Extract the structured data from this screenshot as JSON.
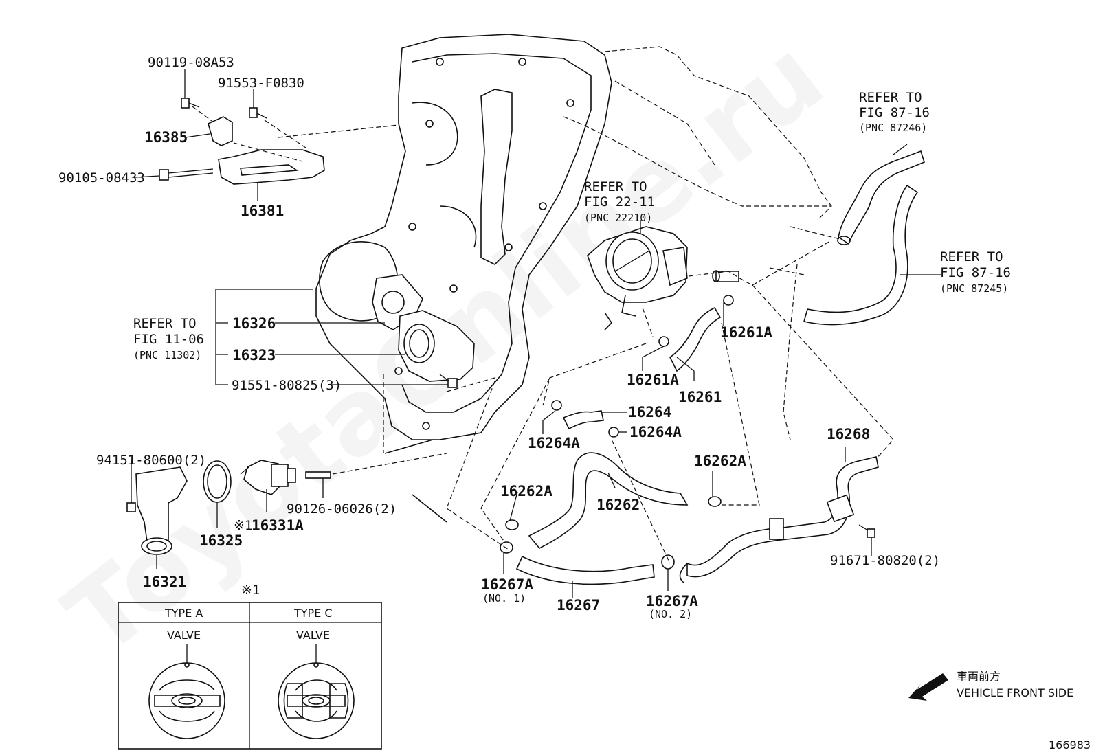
{
  "watermark": "ToyotaOnline.ru",
  "diagram_id": "166983",
  "direction": {
    "jp": "車両前方",
    "en": "VEHICLE FRONT SIDE"
  },
  "refer_notes": {
    "fig_87_16_a": {
      "line1": "REFER TO",
      "line2": "FIG 87-16",
      "line3": "(PNC 87246)"
    },
    "fig_87_16_b": {
      "line1": "REFER TO",
      "line2": "FIG 87-16",
      "line3": "(PNC 87245)"
    },
    "fig_22_11": {
      "line1": "REFER TO",
      "line2": "FIG 22-11",
      "line3": "(PNC 22210)"
    },
    "fig_11_06": {
      "line1": "REFER TO",
      "line2": "FIG 11-06",
      "line3": "(PNC 11302)"
    }
  },
  "part_labels": {
    "p90119": "90119-08A53",
    "p91553": "91553-F0830",
    "p16385": "16385",
    "p90105": "90105-08433",
    "p16381": "16381",
    "p16326": "16326",
    "p16323": "16323",
    "p91551": "91551-80825(3)",
    "p94151": "94151-80600(2)",
    "p16321": "16321",
    "p16325": "16325",
    "p16331a": "16331A",
    "p16331a_mark": "※1",
    "p90126": "90126-06026(2)",
    "p16261a_1": "16261A",
    "p16261a_2": "16261A",
    "p16261": "16261",
    "p16264": "16264",
    "p16264a_1": "16264A",
    "p16264a_2": "16264A",
    "p16262a_1": "16262A",
    "p16262a_2": "16262A",
    "p16262": "16262",
    "p16268": "16268",
    "p91671": "91671-80820(2)",
    "p16267a_1": "16267A",
    "p16267a_1_sub": "(NO. 1)",
    "p16267": "16267",
    "p16267a_2": "16267A",
    "p16267a_2_sub": "(NO. 2)"
  },
  "type_table": {
    "mark": "※1",
    "col_a_header": "TYPE A",
    "col_c_header": "TYPE C",
    "col_a_label": "VALVE",
    "col_c_label": "VALVE"
  }
}
